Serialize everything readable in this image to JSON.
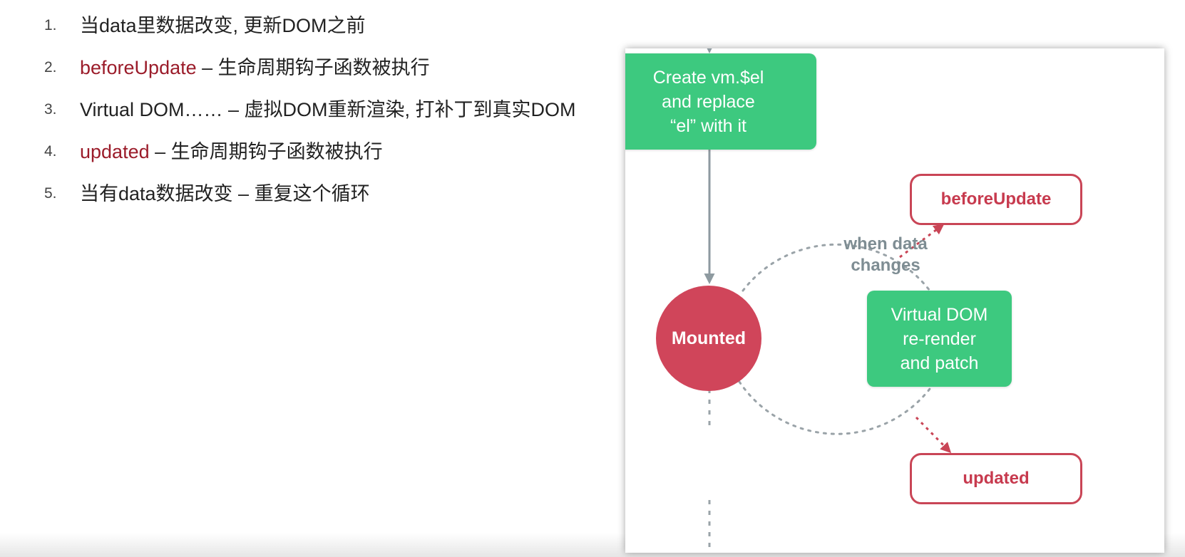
{
  "steps": [
    {
      "num": "1.",
      "text": "当data里数据改变, 更新DOM之前"
    },
    {
      "num": "2.",
      "hook": "beforeUpdate",
      "text": " – 生命周期钩子函数被执行"
    },
    {
      "num": "3.",
      "text": "Virtual DOM…… – 虚拟DOM重新渲染, 打补丁到真实DOM"
    },
    {
      "num": "4.",
      "hook": "updated",
      "text": " – 生命周期钩子函数被执行"
    },
    {
      "num": "5.",
      "text": "当有data数据改变 – 重复这个循环"
    }
  ],
  "diagram": {
    "create_box": "Create vm.$el\nand replace\n“el” with it",
    "mounted": "Mounted",
    "before_update": "beforeUpdate",
    "updated": "updated",
    "vdom_box": "Virtual DOM\nre-render\nand patch",
    "data_label": "when data\nchanges"
  },
  "colors": {
    "green": "#3dc97f",
    "mounted_red": "#d0455a",
    "hook_red": "#c94556",
    "list_hook_red": "#9b1c2a",
    "gray_line": "#8e9aa0"
  }
}
